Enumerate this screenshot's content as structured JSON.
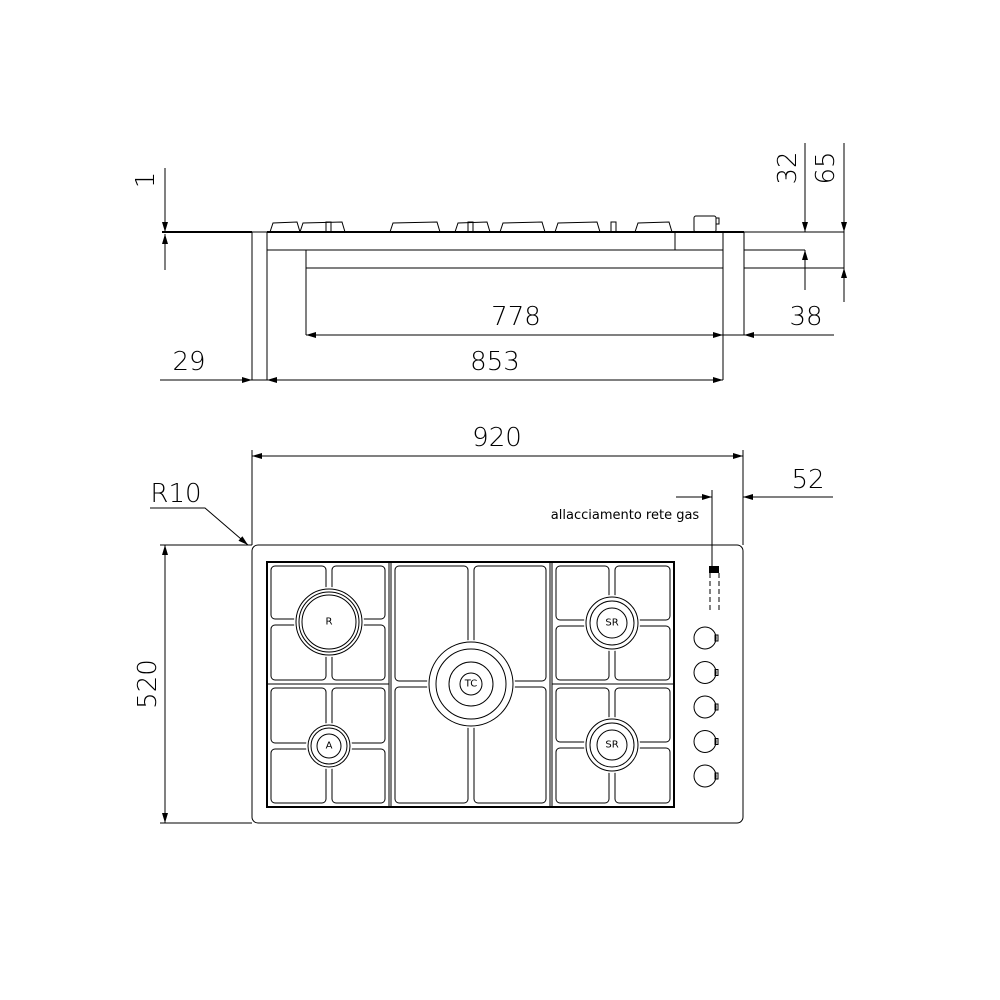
{
  "side_view": {
    "dim_top_gap": "1",
    "dim_32": "32",
    "dim_65": "65",
    "dim_778": "778",
    "dim_38": "38",
    "dim_29": "29",
    "dim_853": "853"
  },
  "plan_view": {
    "dim_width": "920",
    "dim_depth": "520",
    "dim_radius": "R10",
    "dim_gas_offset": "52",
    "gas_label": "allacciamento rete gas",
    "burners": [
      {
        "label": "R"
      },
      {
        "label": "A"
      },
      {
        "label": "TC"
      },
      {
        "label": "SR"
      },
      {
        "label": "SR"
      }
    ],
    "knob_count": 5
  }
}
